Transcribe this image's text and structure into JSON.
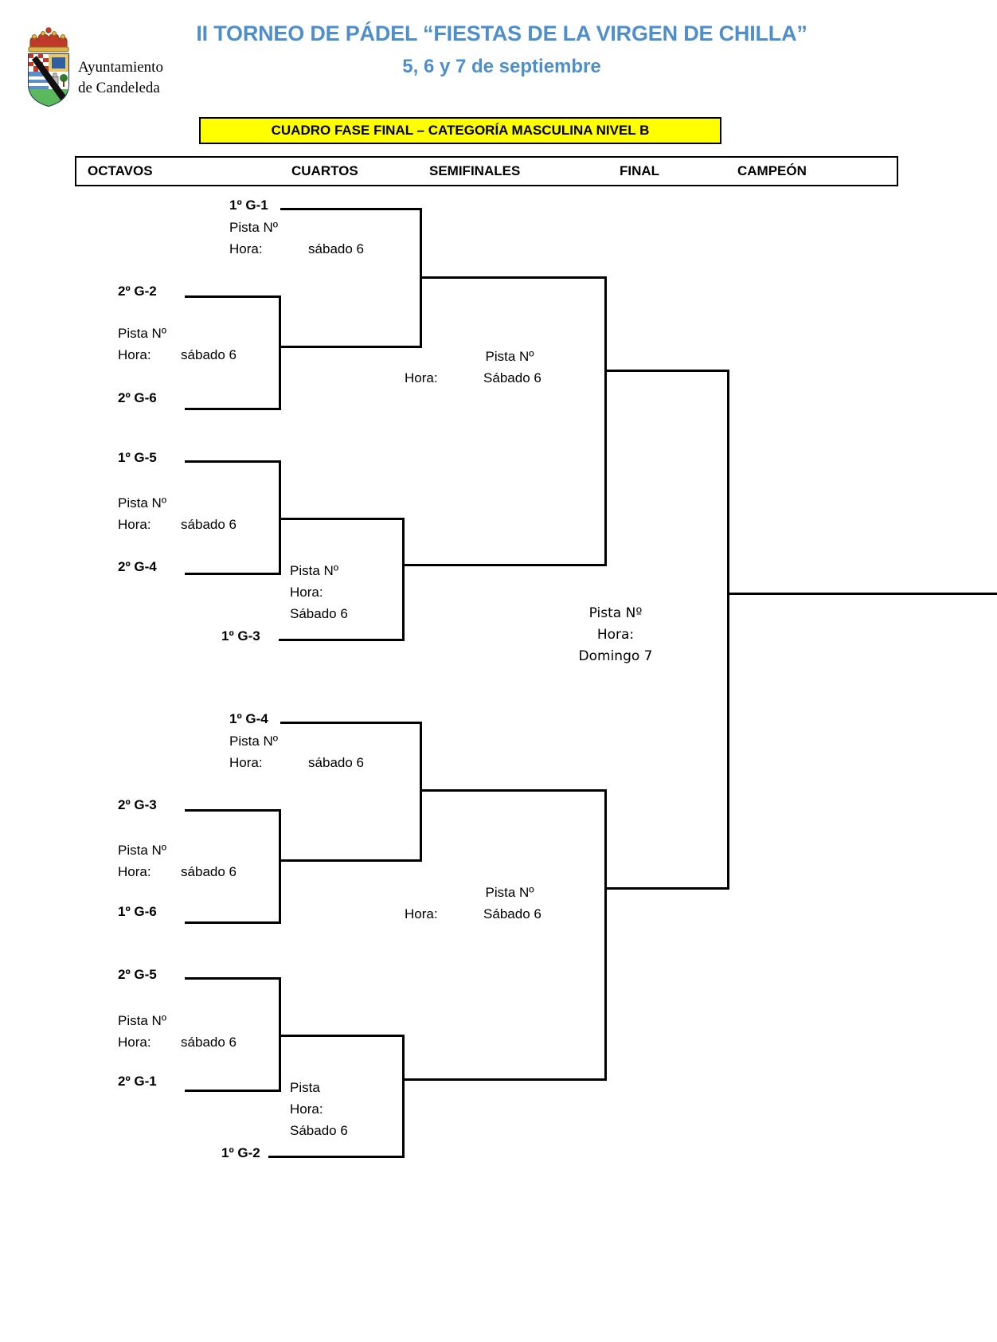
{
  "header": {
    "crest_alt": "coat-of-arms-candeleda",
    "town_line1": "Ayuntamiento",
    "town_line2": "de Candeleda",
    "title_line1": "II TORNEO DE PÁDEL “FIESTAS DE LA VIRGEN DE CHILLA”",
    "title_line2": "5, 6 y 7 de septiembre",
    "banner": "CUADRO FASE FINAL – CATEGORÍA MASCULINA NIVEL B",
    "title_color": "#4E8FCB",
    "banner_color": "#FFFF00"
  },
  "rounds": [
    {
      "label": "OCTAVOS"
    },
    {
      "label": "CUARTOS"
    },
    {
      "label": "SEMIFINALES"
    },
    {
      "label": "FINAL"
    },
    {
      "label": "CAMPEÓN"
    }
  ],
  "bracket": {
    "octavos": [
      {
        "id": "o1",
        "seed_top": "2º G-2",
        "seed_bottom": "2º G-6",
        "pista": "Pista Nº",
        "hora": "Hora:",
        "dia": "sábado 6"
      },
      {
        "id": "o2",
        "seed_top": "1º G-5",
        "seed_bottom": "2º G-4",
        "pista": "Pista Nº",
        "hora": "Hora:",
        "dia": "sábado 6"
      },
      {
        "id": "o3",
        "seed_top": "2º G-3",
        "seed_bottom": "1º G-6",
        "pista": "Pista Nº",
        "hora": "Hora:",
        "dia": "sábado 6"
      },
      {
        "id": "o4",
        "seed_top": "2º G-5",
        "seed_bottom": "2º G-1",
        "pista": "Pista Nº",
        "hora": "Hora:",
        "dia": "sábado 6"
      }
    ],
    "cuartos": [
      {
        "id": "c1",
        "seed": "1º G-1",
        "pista": "Pista Nº",
        "hora": "Hora:",
        "dia": "sábado 6"
      },
      {
        "id": "c2",
        "seed": "1º G-3",
        "pista": "Pista Nº",
        "hora": "Hora:",
        "dia": "Sábado 6"
      },
      {
        "id": "c3",
        "seed": "1º G-4",
        "pista": "Pista Nº",
        "hora": "Hora:",
        "dia": "sábado 6"
      },
      {
        "id": "c4",
        "seed": "1º G-2",
        "pista": "Pista",
        "hora": "Hora:",
        "dia": "Sábado 6"
      }
    ],
    "semifinales": [
      {
        "id": "s1",
        "pista": "Pista Nº",
        "hora": "Hora:",
        "dia": "Sábado 6"
      },
      {
        "id": "s2",
        "pista": "Pista Nº",
        "hora": "Hora:",
        "dia": "Sábado 6"
      }
    ],
    "final": {
      "id": "f1",
      "pista": "Pista Nº",
      "hora": "Hora:",
      "dia": "Domingo 7"
    }
  }
}
